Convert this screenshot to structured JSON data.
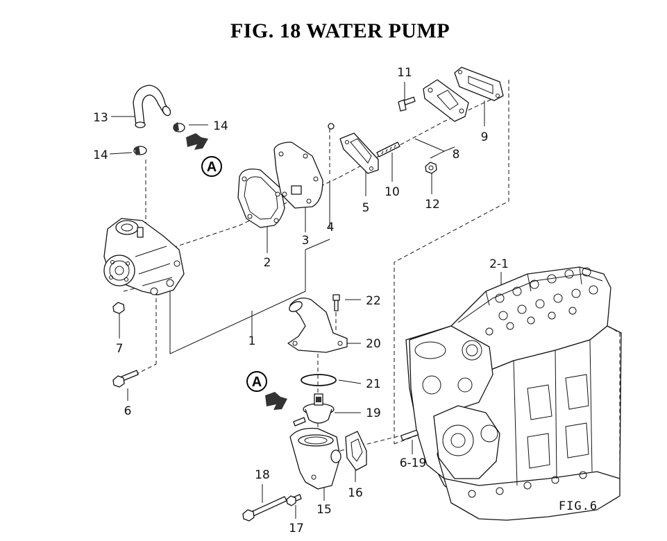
{
  "title": "FIG. 18  WATER PUMP",
  "callouts": {
    "c1": "1",
    "c2": "2",
    "c3": "3",
    "c4": "4",
    "c5": "5",
    "c6": "6",
    "c7": "7",
    "c8": "8",
    "c9": "9",
    "c10": "10",
    "c11": "11",
    "c12": "12",
    "c13": "13",
    "c14a": "14",
    "c14b": "14",
    "c15": "15",
    "c16": "16",
    "c17": "17",
    "c18": "18",
    "c19": "19",
    "c20": "20",
    "c21": "21",
    "c22": "22",
    "c2_1": "2-1",
    "c6_19": "6-19"
  },
  "markers": {
    "a_top": "A",
    "a_bottom": "A"
  },
  "figure_ref": "FIG.6"
}
